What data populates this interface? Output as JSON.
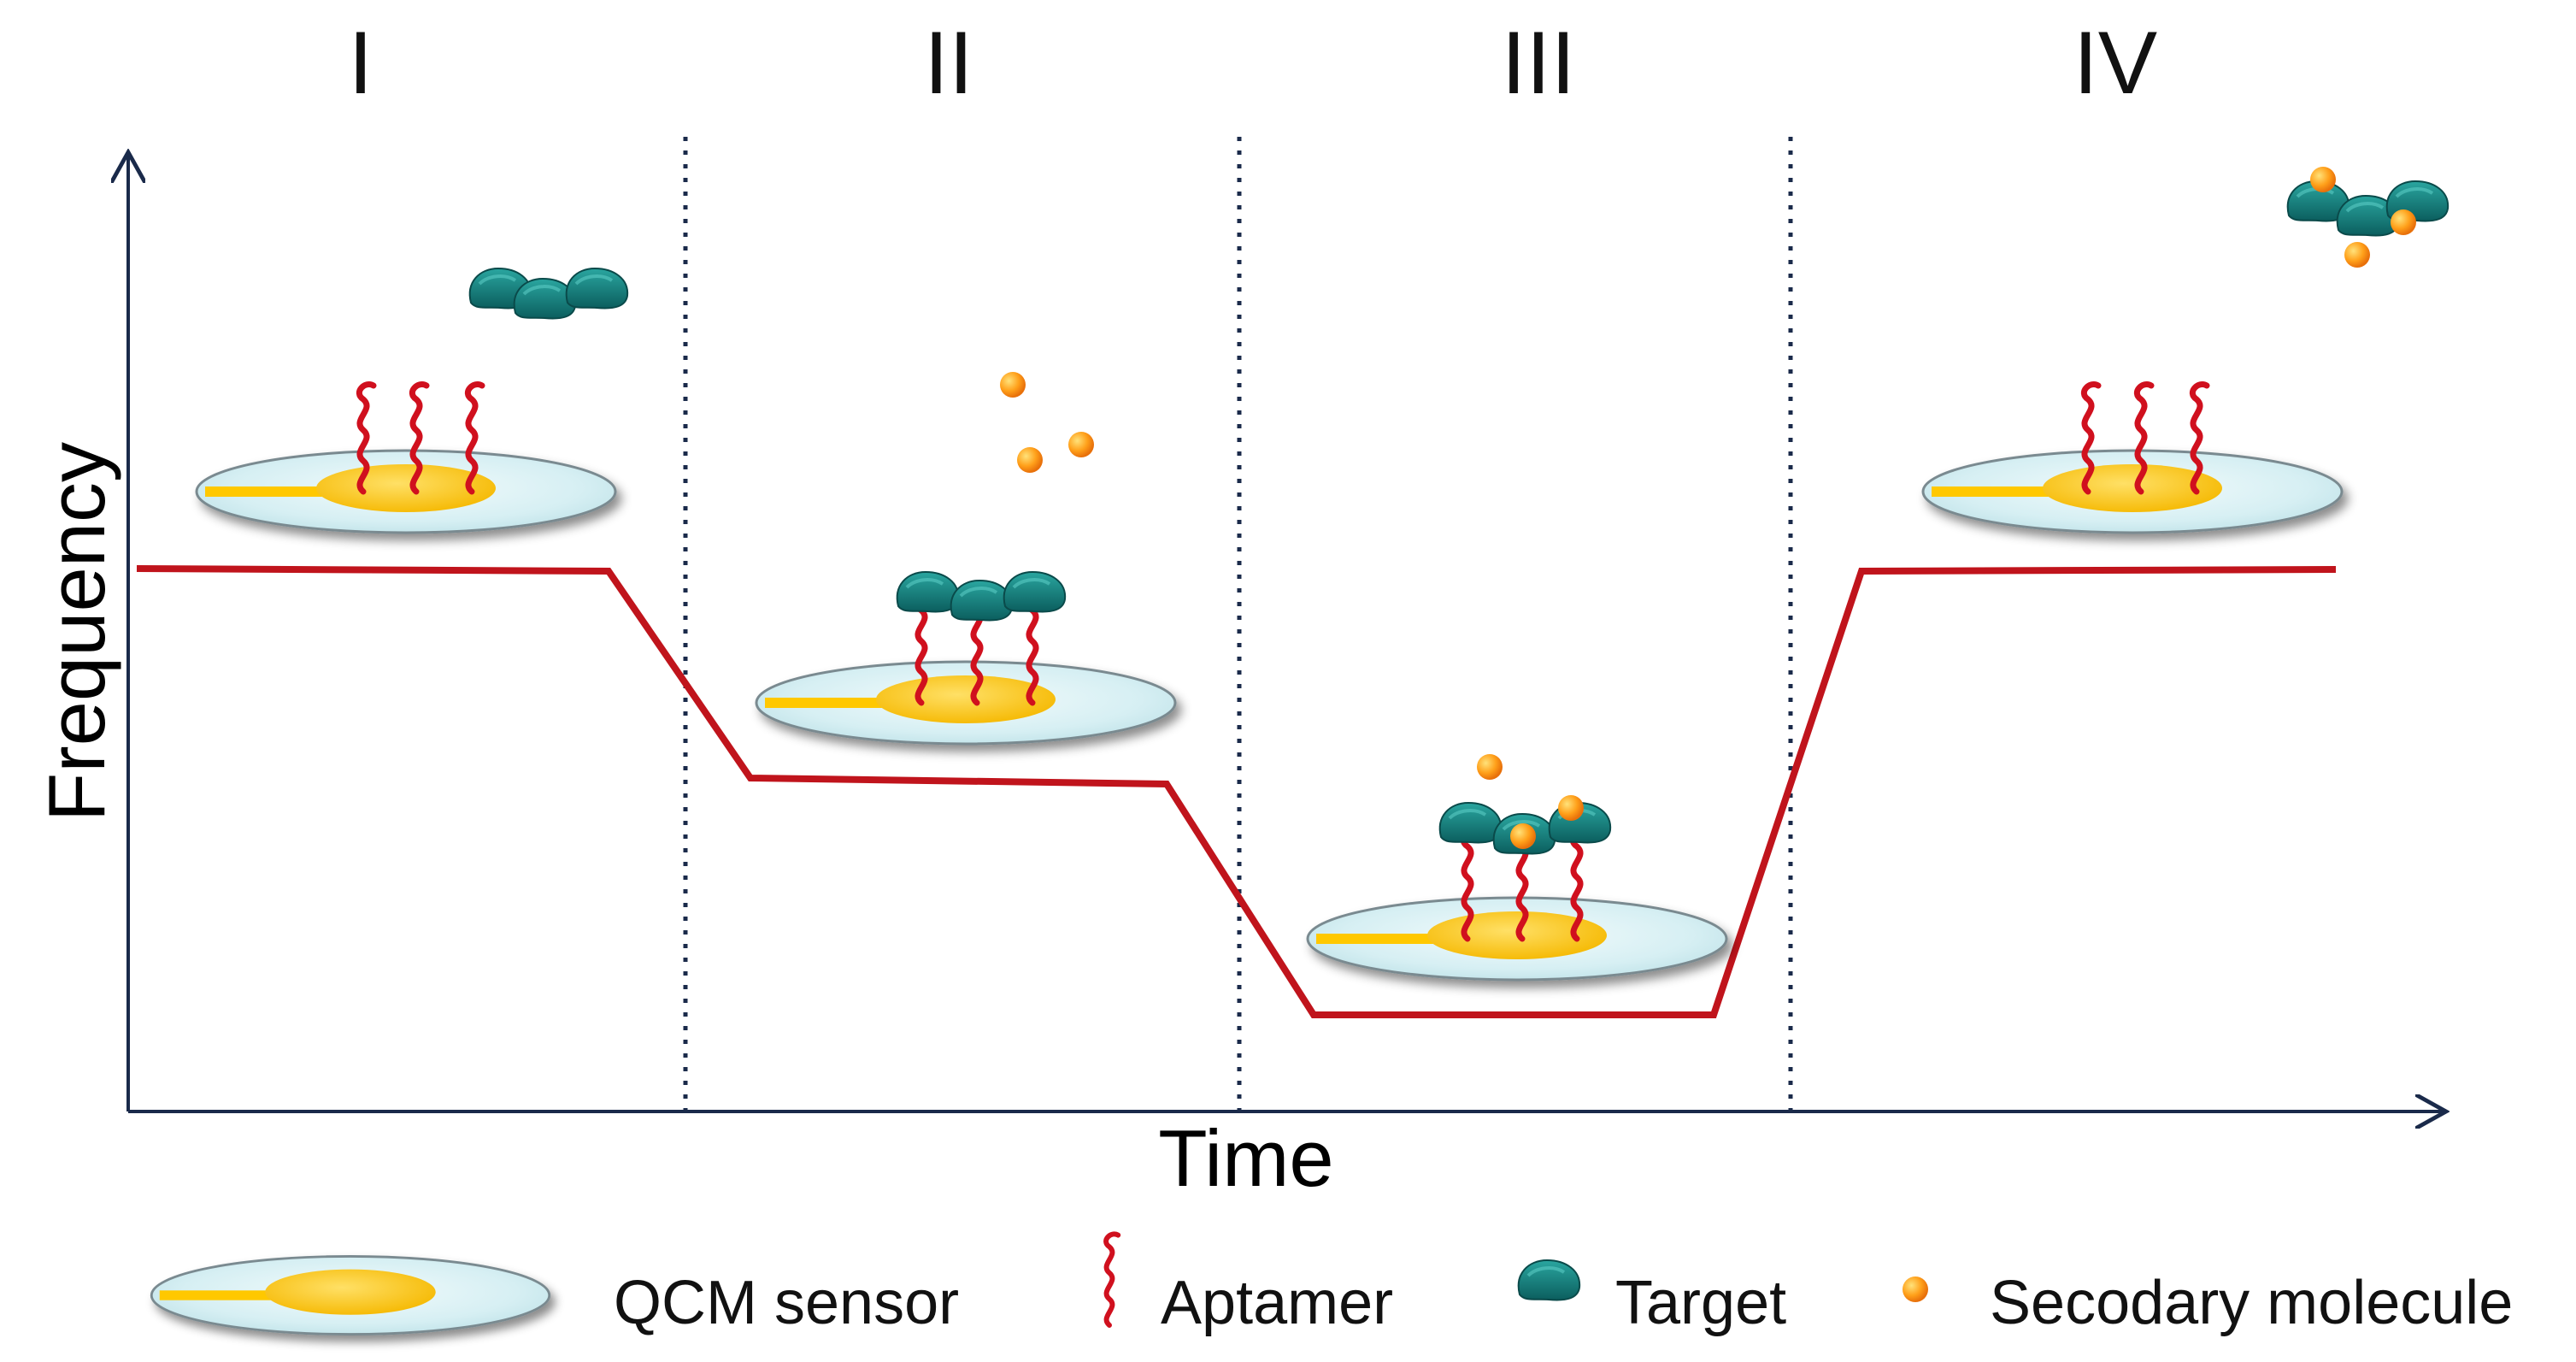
{
  "phases": [
    {
      "label": "I"
    },
    {
      "label": "II"
    },
    {
      "label": "III"
    },
    {
      "label": "IV"
    }
  ],
  "x_axis_title": "Time",
  "y_axis_title": "Frequency",
  "legend": [
    {
      "label": "QCM sensor",
      "icon": "qcm-sensor-icon"
    },
    {
      "label": "Aptamer",
      "icon": "aptamer-icon"
    },
    {
      "label": "Target",
      "icon": "target-icon"
    },
    {
      "label": "Secodary molecule",
      "icon": "secondary-molecule-icon"
    }
  ],
  "colors": {
    "frequency_line": "#c0141c",
    "gold_electrode": "#ffc800",
    "sensor_disc": "#dff2f5",
    "aptamer": "#d0101e",
    "target": "#127a78",
    "secondary_molecule": "#ff9a14",
    "divider": "#1a2a4a"
  }
}
